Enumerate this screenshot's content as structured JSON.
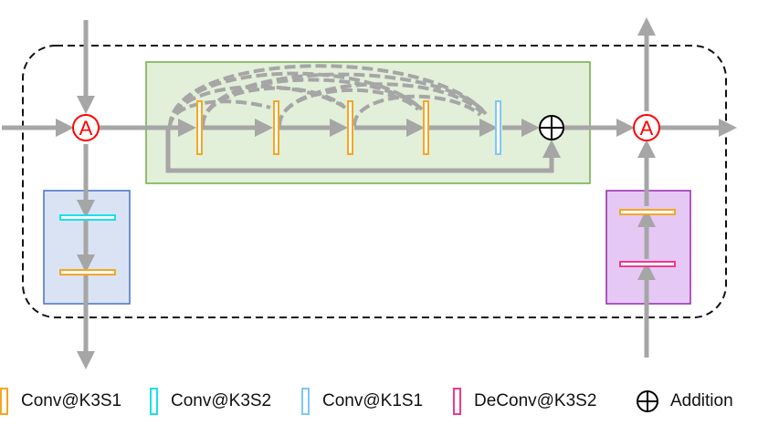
{
  "colors": {
    "arrow": "#a6a6a6",
    "green_block_fill": "#e2efd9",
    "green_block_stroke": "#70ad47",
    "blue_block_fill": "#dae3f3",
    "blue_block_stroke": "#4472c4",
    "purple_block_fill": "#e6c8f5",
    "purple_block_stroke": "#9b27b0",
    "conv_k3s1": "#f5a623",
    "conv_k3s2": "#19e0f0",
    "conv_k1s1": "#7fc7f5",
    "deconv_k3s2": "#ee3a8c",
    "aggregate_node": "#ff0000"
  },
  "nodes": {
    "aggregate_symbol": "A"
  },
  "legend": [
    {
      "key": "conv_k3s1",
      "label": "Conv@K3S1",
      "icon": "orange-bar-icon"
    },
    {
      "key": "conv_k3s2",
      "label": "Conv@K3S2",
      "icon": "cyan-bar-icon"
    },
    {
      "key": "conv_k1s1",
      "label": "Conv@K1S1",
      "icon": "light-blue-bar-icon"
    },
    {
      "key": "deconv_k3s2",
      "label": "DeConv@K3S2",
      "icon": "pink-bar-icon"
    },
    {
      "key": "addition",
      "label": "Addition",
      "icon": "circled-plus-icon"
    }
  ]
}
